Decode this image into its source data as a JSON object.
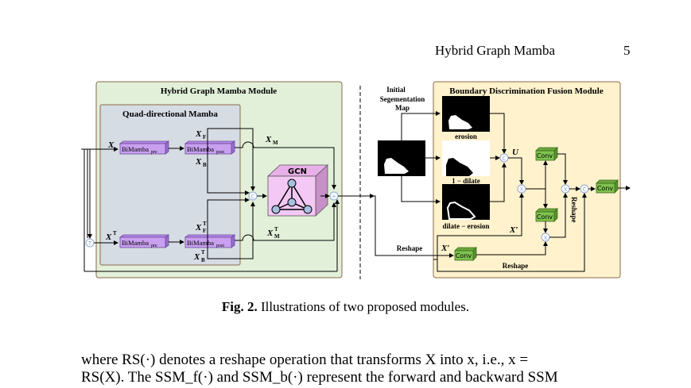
{
  "header": {
    "running_title": "Hybrid Graph Mamba",
    "page_number": "5"
  },
  "figure": {
    "left_module": {
      "title": "Hybrid Graph Mamba Module",
      "inner_title": "Quad-directional Mamba",
      "block_pre": "BiMamba",
      "block_pre_sub": "pre",
      "block_post": "BiMamba",
      "block_post_sub": "post",
      "input_x": "X",
      "input_xt": "X",
      "sup_t": "T",
      "label_xf": "X",
      "label_xf_sub": "F",
      "label_xb": "X",
      "label_xb_sub": "B",
      "label_xm": "X",
      "label_xm_sub": "M",
      "gcn_label": "GCN",
      "transpose_op": "T",
      "concat_op": "C",
      "add_op": "+"
    },
    "right_module": {
      "input_label_line1": "Initial",
      "input_label_line2": "Segementation",
      "input_label_line3": "Map",
      "title": "Boundary Discrimination Fusion Module",
      "map_erosion": "erosion",
      "map_one_minus_dilate": "1 − dilate",
      "map_dilate_minus_erosion": "dilate − erosion",
      "label_u": "U",
      "label_xprime": "X′",
      "reshape_label": "Reshape",
      "conv_label": "Conv",
      "mult_op": "X",
      "concat_op": "C"
    },
    "caption_prefix": "Fig. 2.",
    "caption_text": " Illustrations of two proposed modules."
  },
  "body": {
    "line1": "where RS(·) denotes a reshape operation that transforms X into x, i.e., x =",
    "line2": "RS(X). The SSM_f(·) and SSM_b(·) represent the forward and backward SSM"
  },
  "colors": {
    "left_module_bg": "#e2f0d9",
    "inner_bg": "#d6dce4",
    "bimamba_fill": "#c9a0f0",
    "gcn_fill": "#f4c8f4",
    "right_module_bg": "#fff2cc",
    "conv_fill": "#7fc24f"
  }
}
